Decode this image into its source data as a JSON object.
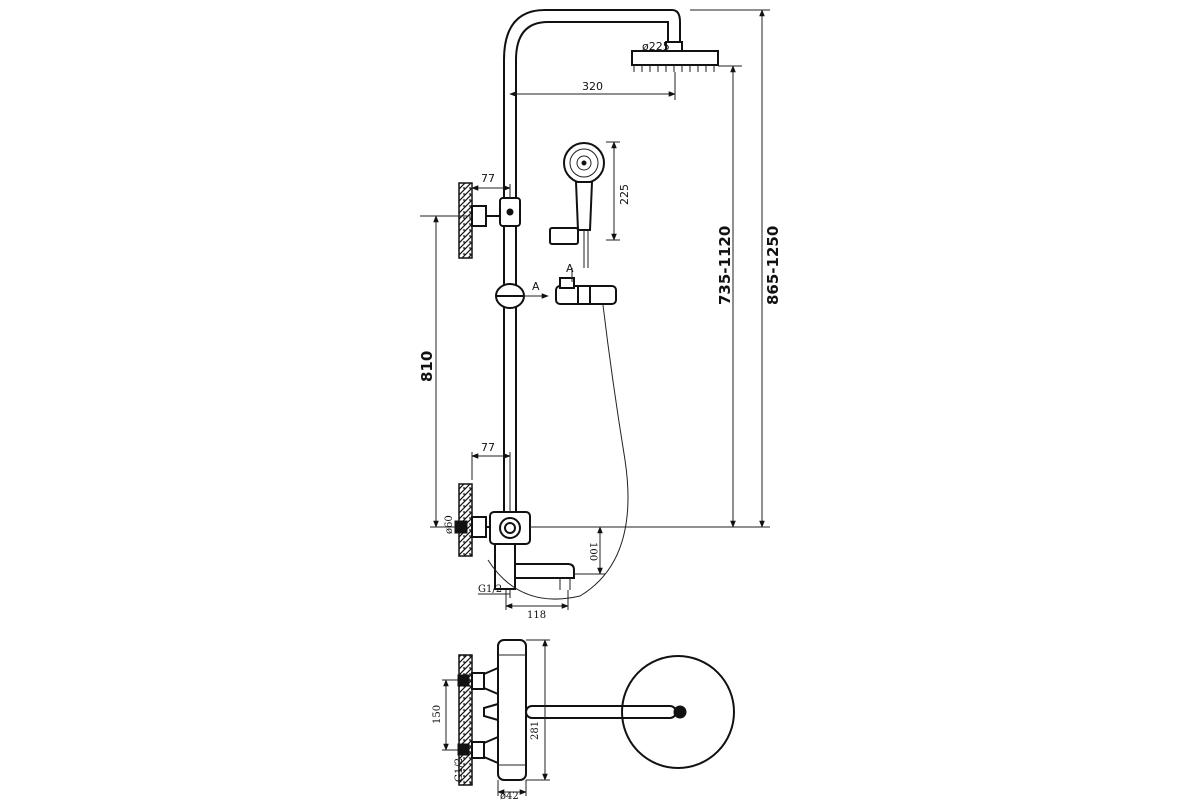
{
  "dimensions": {
    "head_diameter": "ø225",
    "arm_length": "320",
    "wall_offset_top": "77",
    "wall_offset_bottom": "77",
    "handshower_length": "225",
    "rail_spacing": "810",
    "head_height_range": "735-1120",
    "total_height_range": "865-1250",
    "connector_diameter": "ø60",
    "spout_drop": "100",
    "spout_length": "118",
    "inlet_thread": "G1/2",
    "section_marker": "A",
    "view_marker": "A",
    "bottom_inlet_spacing": "150",
    "bottom_inlet_thread": "G1/2",
    "mixer_height": "281",
    "mixer_diameter": "ø42"
  }
}
